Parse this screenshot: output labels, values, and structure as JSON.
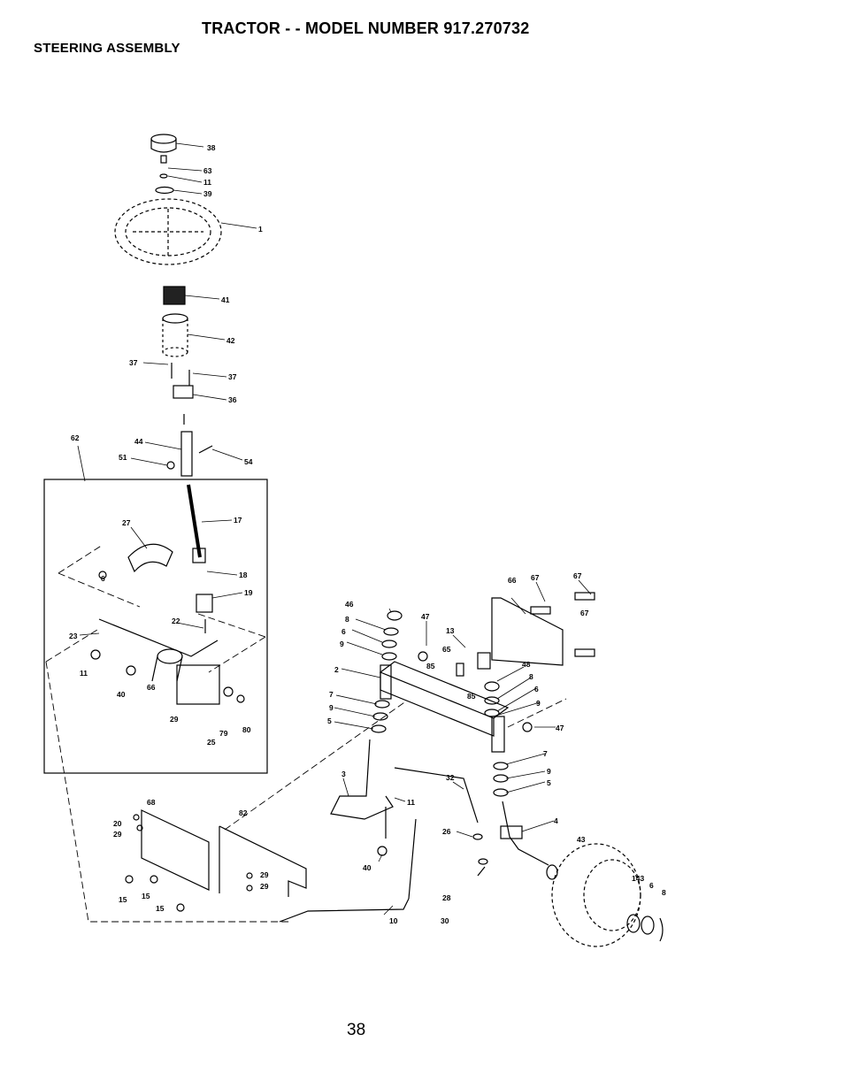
{
  "header": {
    "title": "TRACTOR - - MODEL NUMBER 917.270732",
    "subtitle": "STEERING ASSEMBLY"
  },
  "footer": {
    "page_number": "38"
  },
  "callouts": [
    "38",
    "63",
    "11",
    "39",
    "1",
    "41",
    "42",
    "37",
    "37",
    "36",
    "62",
    "44",
    "51",
    "54",
    "27",
    "17",
    "18",
    "19",
    "6",
    "22",
    "23",
    "11",
    "40",
    "66",
    "25",
    "29",
    "79",
    "80",
    "46",
    "8",
    "6",
    "9",
    "47",
    "13",
    "65",
    "2",
    "85",
    "66",
    "67",
    "67",
    "67",
    "48",
    "8",
    "6",
    "9",
    "85",
    "7",
    "9",
    "5",
    "47",
    "7",
    "9",
    "5",
    "4",
    "3",
    "11",
    "32",
    "26",
    "40",
    "28",
    "30",
    "10",
    "68",
    "82",
    "20",
    "29",
    "29",
    "29",
    "15",
    "15",
    "15",
    "43",
    "143",
    "6",
    "8"
  ]
}
